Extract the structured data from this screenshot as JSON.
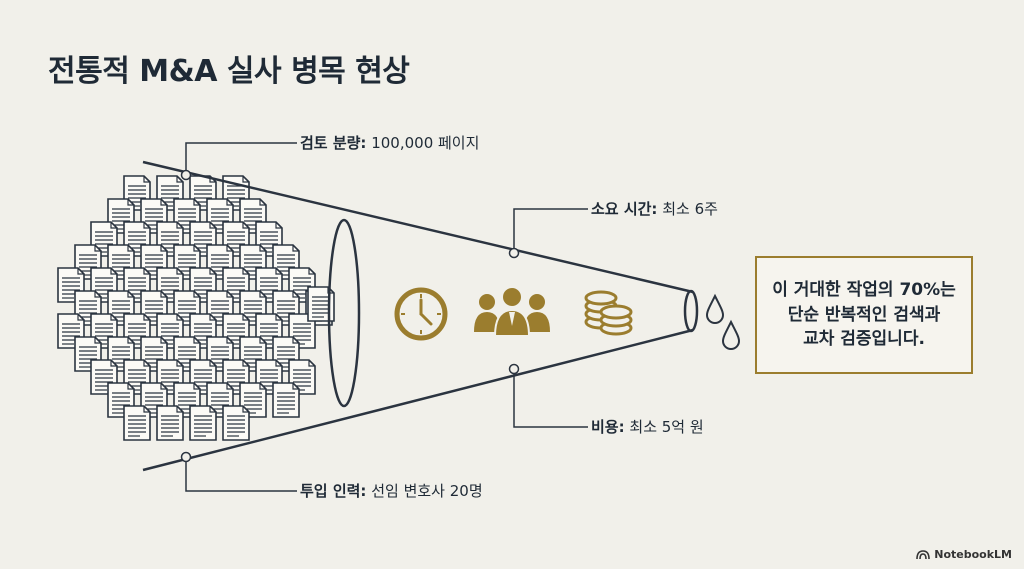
{
  "title": "전통적 M&A 실사 병목 현상",
  "callouts": {
    "volume": {
      "label": "검토 분량:",
      "value": "100,000 페이지"
    },
    "time": {
      "label": "소요 시간:",
      "value": "최소 6주"
    },
    "cost": {
      "label": "비용:",
      "value": "최소 5억 원"
    },
    "staff": {
      "label": "투입 인력:",
      "value": "선임 변호사 20명"
    }
  },
  "box": {
    "line1": "이 거대한 작업의 70%는",
    "line2": "단순 반복적인 검색과",
    "line3": "교차 검증입니다."
  },
  "brand": "NotebookLM",
  "icons": [
    "document-icon",
    "clock-icon",
    "people-icon",
    "coins-icon",
    "droplet-icon"
  ],
  "colors": {
    "ink": "#1f2a36",
    "gold": "#9b7d2e",
    "background": "#f1f0ea"
  }
}
